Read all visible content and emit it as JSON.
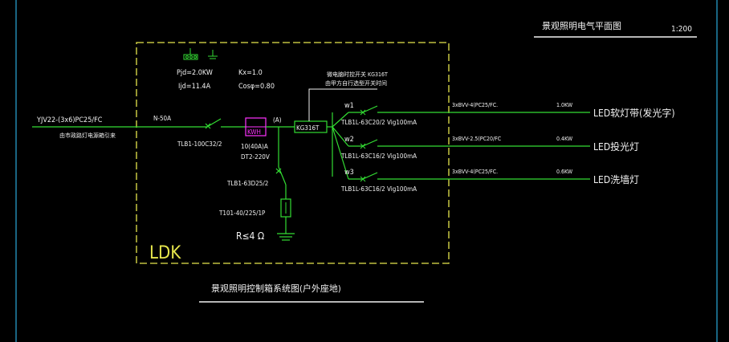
{
  "plan_title": "景观照明电气平面图",
  "scale": "1:200",
  "panel": {
    "label": "LDK",
    "params": {
      "pjd": "Pjd=2.0KW",
      "kx": "Kx=1.0",
      "ijd": "Ijd=11.4A",
      "cos": "Cosφ=0.80"
    }
  },
  "incoming": {
    "cable": "YJV22-(3x6)PC25/FC",
    "note": "由市政路灯电源箱引来",
    "voltage": "N-50A",
    "main_breaker": "TLB1-100C32/2",
    "meter": "KWH",
    "meter_spec": "10(40A)A",
    "meter_model": "DT2-220V",
    "bus_label": "(A)",
    "timer": "KG316T",
    "timer_label": "微电脑时控开关 KG316T",
    "timer_note": "由甲方自行选型开关时间"
  },
  "ground": {
    "breaker": "TLB1-63D25/2",
    "spd": "T101-40/225/1P",
    "resistance": "R≤4 Ω"
  },
  "circuits": [
    {
      "id": "w1",
      "breaker": "TLB1L-63C20/2 Vig100mA",
      "cable": "3xBVV-4(PC25/FC.",
      "power": "1.0KW",
      "load": "LED软灯带(发光字)"
    },
    {
      "id": "w2",
      "breaker": "TLB1L-63C16/2 Vig100mA",
      "cable": "3xBVV-2.5(PC20/FC",
      "power": "0.4KW",
      "load": "LED投光灯"
    },
    {
      "id": "w3",
      "breaker": "TLB1L-63C16/2 Vig100mA",
      "cable": "3xBVV-4(PC25/FC.",
      "power": "0.6KW",
      "load": "LED洗墙灯"
    }
  ],
  "system_title": "景观照明控制箱系统图(户外座地)",
  "colors": {
    "background": "#000000",
    "wire": "#33dd33",
    "frame": "#e6e64c",
    "text": "#f2f2f2",
    "meter": "#ff33ff",
    "border": "#2aa8d8"
  }
}
